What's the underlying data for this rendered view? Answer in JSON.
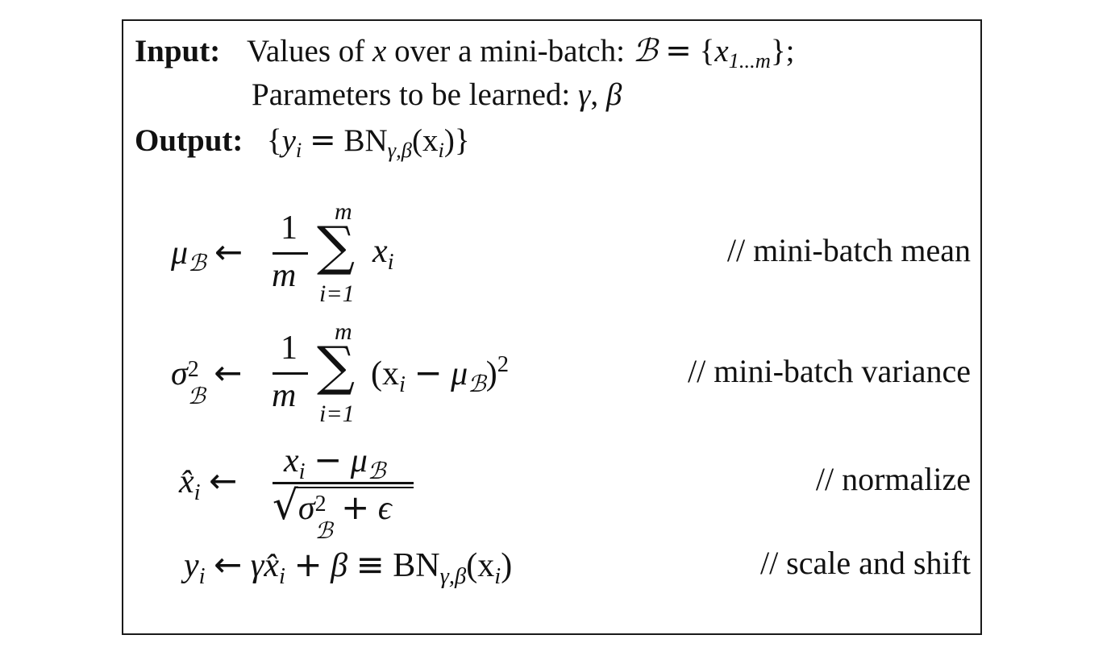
{
  "header": {
    "input_label": "Input:",
    "input_text": "Values of",
    "input_x": "x",
    "input_text2": "over a mini-batch:",
    "batch_symbol": "ℬ",
    "equals": "=",
    "set_open": "{",
    "set_var": "x",
    "set_sub": "1...m",
    "set_close": "};",
    "params_text": "Parameters to be learned:",
    "gamma": "γ",
    "comma": ",",
    "beta": "β",
    "output_label": "Output:",
    "output_open": "{",
    "output_y": "y",
    "output_i": "i",
    "output_eq": "=",
    "output_bn": "BN",
    "output_bn_sub": "γ,β",
    "output_arg": "(x",
    "output_arg_sub": "i",
    "output_close": ")}"
  },
  "equations": {
    "mean": {
      "lhs": "μ",
      "lhs_sub": "ℬ",
      "arrow": "←",
      "numerator": "1",
      "denominator": "m",
      "sum_symbol": "∑",
      "sum_upper": "m",
      "sum_lower": "i=1",
      "term": "x",
      "term_sub": "i",
      "comment": "// mini-batch mean"
    },
    "variance": {
      "lhs": "σ",
      "lhs_sup": "2",
      "lhs_sub": "ℬ",
      "arrow": "←",
      "numerator": "1",
      "denominator": "m",
      "sum_symbol": "∑",
      "sum_upper": "m",
      "sum_lower": "i=1",
      "term_open": "(x",
      "term_sub": "i",
      "term_minus": "−",
      "term_mu": "μ",
      "term_mu_sub": "ℬ",
      "term_close": ")",
      "term_sup": "2",
      "comment": "// mini-batch variance"
    },
    "normalize": {
      "lhs": "x̂",
      "lhs_sub": "i",
      "arrow": "←",
      "num_x": "x",
      "num_x_sub": "i",
      "num_minus": "−",
      "num_mu": "μ",
      "num_mu_sub": "ℬ",
      "den_sqrt": "√",
      "den_sigma": "σ",
      "den_sigma_sup": "2",
      "den_sigma_sub": "ℬ",
      "den_plus": "+",
      "den_eps": "ϵ",
      "comment": "// normalize"
    },
    "scale": {
      "lhs": "y",
      "lhs_sub": "i",
      "arrow": "←",
      "gamma": "γ",
      "xhat": "x̂",
      "xhat_sub": "i",
      "plus": "+",
      "beta": "β",
      "equiv": "≡",
      "bn": "BN",
      "bn_sub": "γ,β",
      "arg": "(x",
      "arg_sub": "i",
      "close": ")",
      "comment": "// scale and shift"
    }
  }
}
